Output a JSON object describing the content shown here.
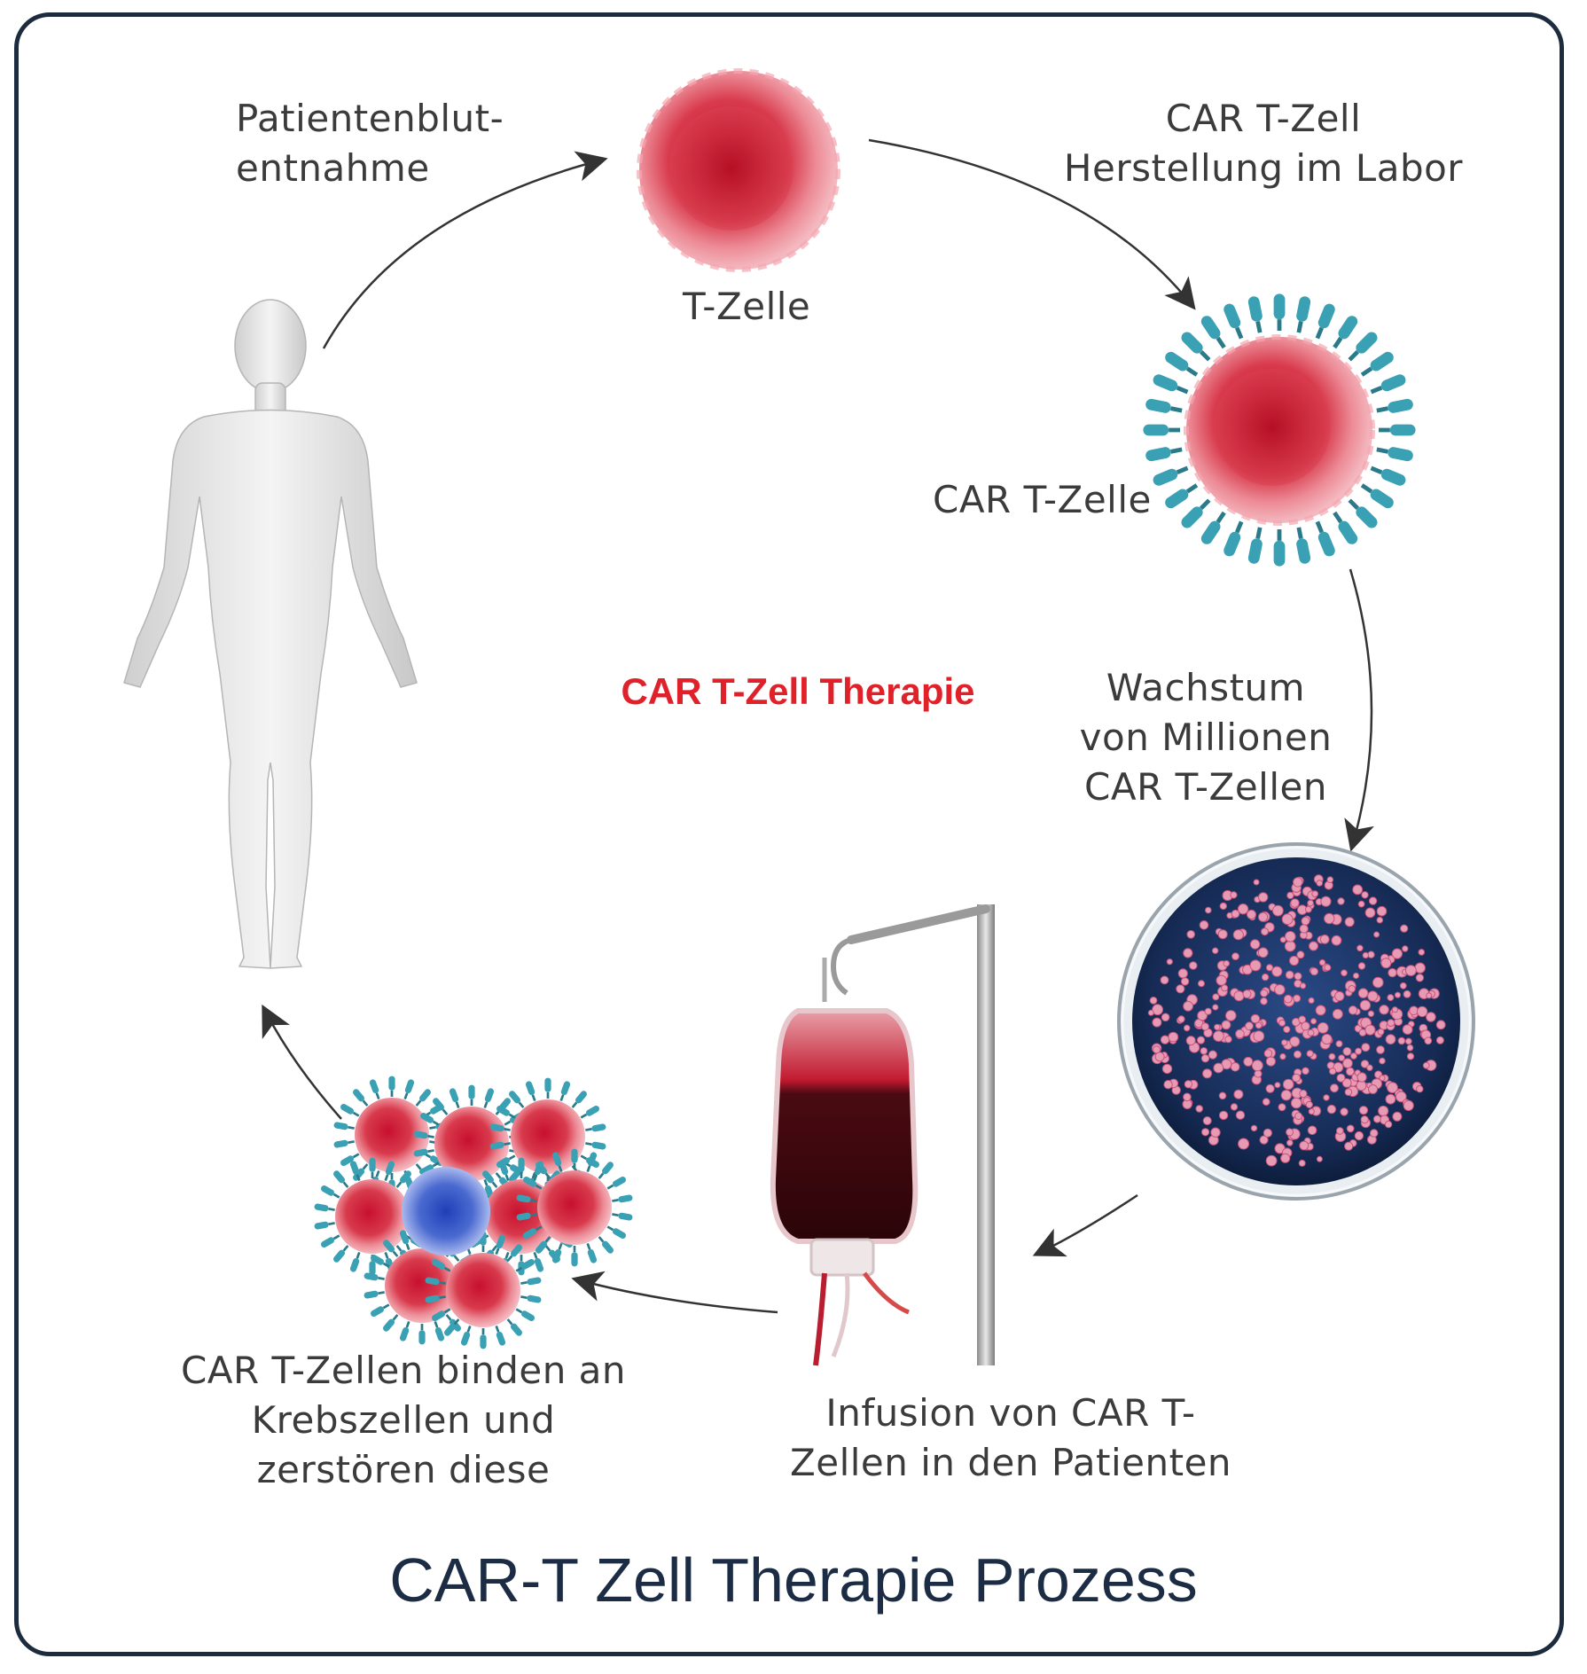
{
  "labels": {
    "blood_draw": [
      "Patientenblut-",
      "entnahme"
    ],
    "t_cell": "T-Zelle",
    "lab": [
      "CAR T-Zell",
      "Herstellung im Labor"
    ],
    "car_t_cell": "CAR T-Zelle",
    "growth": [
      "Wachstum",
      "von Millionen",
      "CAR T-Zellen"
    ],
    "infusion": [
      "Infusion von CAR T-",
      "Zellen in den Patienten"
    ],
    "binding": [
      "CAR T-Zellen binden an",
      "Krebszellen und",
      "zerstören diese"
    ]
  },
  "center_title": "CAR T-Zell Therapie",
  "footer_title": "CAR-T Zell Therapie Prozess",
  "colors": {
    "frame": "#1c2b3e",
    "title_red": "#e0212a",
    "footer_navy": "#1b2c44",
    "cell_red": "#d4283a",
    "receptor_teal": "#3aa0b4",
    "petri_blue": "#1a2f5e",
    "cancer_blue": "#3857c8"
  },
  "icons": [
    "human-body-icon",
    "t-cell-icon",
    "car-t-cell-icon",
    "petri-dish-icon",
    "iv-bag-icon",
    "cell-cluster-icon"
  ]
}
